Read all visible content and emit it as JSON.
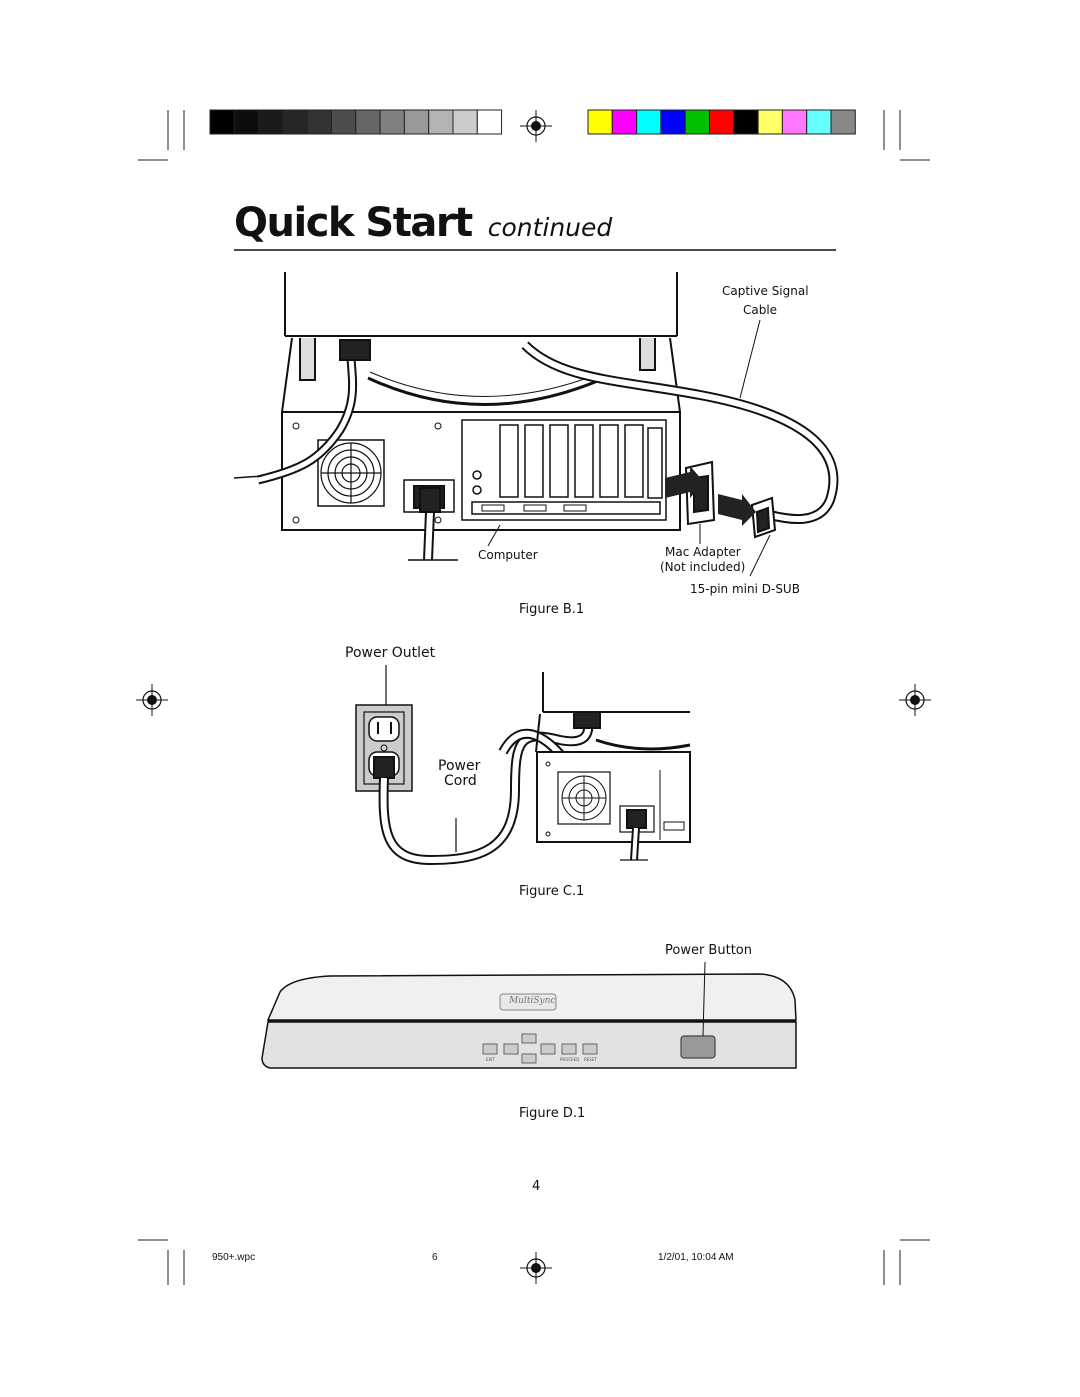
{
  "page": {
    "title": "Quick Start",
    "title_suffix": "continued",
    "page_number": "4"
  },
  "figure_b1": {
    "caption": "Figure B.1",
    "captive_signal": "Captive Signal",
    "cable": "Cable",
    "computer": "Computer",
    "mac_adapter": "Mac Adapter",
    "not_included": "(Not included)",
    "dsub": "15-pin mini D-SUB"
  },
  "figure_c1": {
    "caption": "Figure C.1",
    "power_outlet": "Power Outlet",
    "power": "Power",
    "cord": "Cord"
  },
  "figure_d1": {
    "caption": "Figure D.1",
    "power_button": "Power Button",
    "brand": "MultiSync",
    "control_labels": [
      "EXIT",
      "PROCEED",
      "RESET"
    ]
  },
  "print_footer": {
    "file": "950+.wpc",
    "sheet": "6",
    "timestamp": "1/2/01, 10:04 AM"
  },
  "color_bar": {
    "grays": [
      "#000000",
      "#0d0d0d",
      "#1a1a1a",
      "#262626",
      "#333333",
      "#4d4d4d",
      "#666666",
      "#808080",
      "#999999",
      "#b3b3b3",
      "#cccccc",
      "#ffffff"
    ],
    "colors": [
      "#ffff00",
      "#ff00ff",
      "#00ffff",
      "#0000ff",
      "#00c000",
      "#ff0000",
      "#000000",
      "#ffff66",
      "#ff77ff",
      "#66ffff",
      "#888888"
    ]
  }
}
